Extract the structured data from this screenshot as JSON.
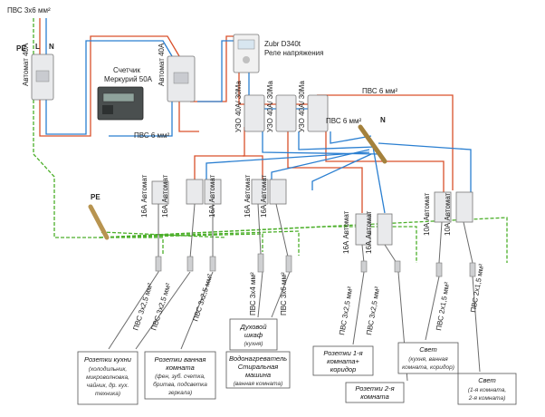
{
  "supply": {
    "cable": "ПВС 3х6 мм²",
    "L": "L",
    "N": "N",
    "PE": "PE"
  },
  "main_breaker": "Автомат 40А",
  "meter": {
    "line1": "Счетчик",
    "line2": "Меркурий 50А"
  },
  "breaker_after_meter": "Автомат 40А",
  "relay": {
    "line1": "Zubr D340t",
    "line2": "Реле напряжения"
  },
  "cable_pvs6": "ПВС 6 мм²",
  "uzo": [
    "УЗО 40А/ 30Ма",
    "УЗО 40А/ 30Ма",
    "УЗО 40А/ 30Ма"
  ],
  "n_bus": {
    "cable": "ПВС 6 мм²",
    "label": "N"
  },
  "pe_bus": "PE",
  "breakers": {
    "a16_1": "16А Автомат",
    "a16_2": "16А Автомат",
    "a16_3": "16А Автомат",
    "a16_4": "16А Автомат",
    "a16_5": "16А Автомат",
    "a16_6": "16А Автомат",
    "a16_7": "16А Автомат",
    "a10_1": "10А Автомат",
    "a10_2": "10А Автомат"
  },
  "cables": {
    "c1": "ПВС 3х2,5 мм²",
    "c2": "ПВС 3х2,5 мм²",
    "c3": "ПВС 3х2,5 мм²",
    "c4": "ПВС 3х4 мм²",
    "c5": "ПВС 3х6 мм²",
    "c6": "ПВС 3х2,5 мм²",
    "c7": "ПВС 3х2,5 мм²",
    "c8": "ПВС 2х1,5 мм²",
    "c9": "ПВС 2х1,5 мм²"
  },
  "loads": {
    "kitchen": {
      "title": "Розетки кухни",
      "sub": [
        "(холодильник,",
        "микроволновка,",
        "чайник, др. кух.",
        "техника)"
      ]
    },
    "bathroom": {
      "title": [
        "Розетки ванная",
        "комната"
      ],
      "sub": [
        "(фен, зуб. счетка,",
        "бритва, подсветка",
        "зеркала)"
      ]
    },
    "oven": {
      "title": [
        "Духовой",
        "шкаф"
      ],
      "sub": [
        "(кухня)"
      ]
    },
    "heater": {
      "title": [
        "Водонагреватель",
        "Стиральная",
        "машина"
      ],
      "sub": [
        "(ванная комната)"
      ]
    },
    "room1": {
      "title": [
        "Розетки 1-я",
        "комната+",
        "коридор"
      ]
    },
    "room2": {
      "title": [
        "Розетки 2-я",
        "комната"
      ]
    },
    "light1": {
      "title": "Свет",
      "sub": [
        "(кухня, ванная",
        "комната, коридор)"
      ]
    },
    "light2": {
      "title": "Свет",
      "sub": [
        "(1-я комната,",
        "2-я комната)"
      ]
    }
  },
  "colors": {
    "phase": "#d9502b",
    "neutral": "#2a7fd1",
    "pe": "#4caf2a",
    "device": "#e9eaec"
  }
}
